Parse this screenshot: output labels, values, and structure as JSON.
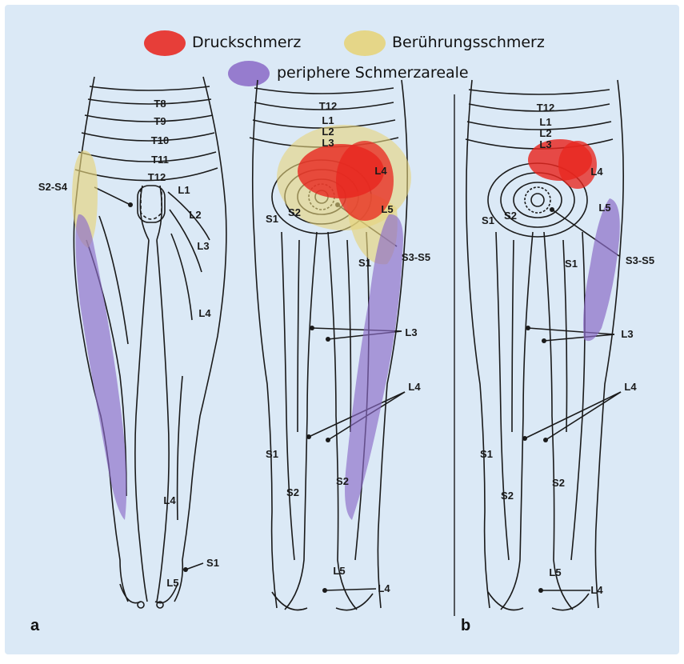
{
  "colors": {
    "background": "#dbe9f6",
    "pressure": "#e8261f",
    "touch": "#e6d47c",
    "peripheral": "#8c6cc8",
    "line": "#1a1a1a"
  },
  "legend": {
    "pressure": "Druckschmerz",
    "touch": "Berührungsschmerz",
    "peripheral": "periphere Schmerzareale"
  },
  "panels": {
    "a": "a",
    "b": "b"
  },
  "front_labels": {
    "t8": "T8",
    "t9": "T9",
    "t10": "T10",
    "t11": "T11",
    "t12": "T12",
    "s2s4": "S2-S4",
    "l1": "L1",
    "l2": "L2",
    "l3": "L3",
    "l4": "L4",
    "l4_lower": "L4",
    "l5": "L5",
    "s1": "S1"
  },
  "middle_labels": {
    "t12": "T12",
    "l1": "L1",
    "l2": "L2",
    "l3": "L3",
    "l4_top": "L4",
    "l5": "L5",
    "s1_hip": "S1",
    "s2_hip": "S2",
    "s1_buttock": "S1",
    "s3s5": "S3-S5",
    "l4": "L4",
    "s1_leg": "S1",
    "s2_leg": "S2",
    "s2_calf": "S2",
    "l5_foot": "L5",
    "l4_foot": "L4"
  },
  "right_labels": {
    "t12": "T12",
    "l1": "L1",
    "l2": "L2",
    "l3": "L3",
    "l4_top": "L4",
    "l5": "L5",
    "s1_hip": "S1",
    "s2_hip": "S2",
    "s1_buttock": "S1",
    "s3s5": "S3-S5",
    "l4": "L4",
    "s1_leg": "S1",
    "s2_leg": "S2",
    "s2_calf": "S2",
    "l5_foot": "L5",
    "l4_foot": "L4"
  }
}
